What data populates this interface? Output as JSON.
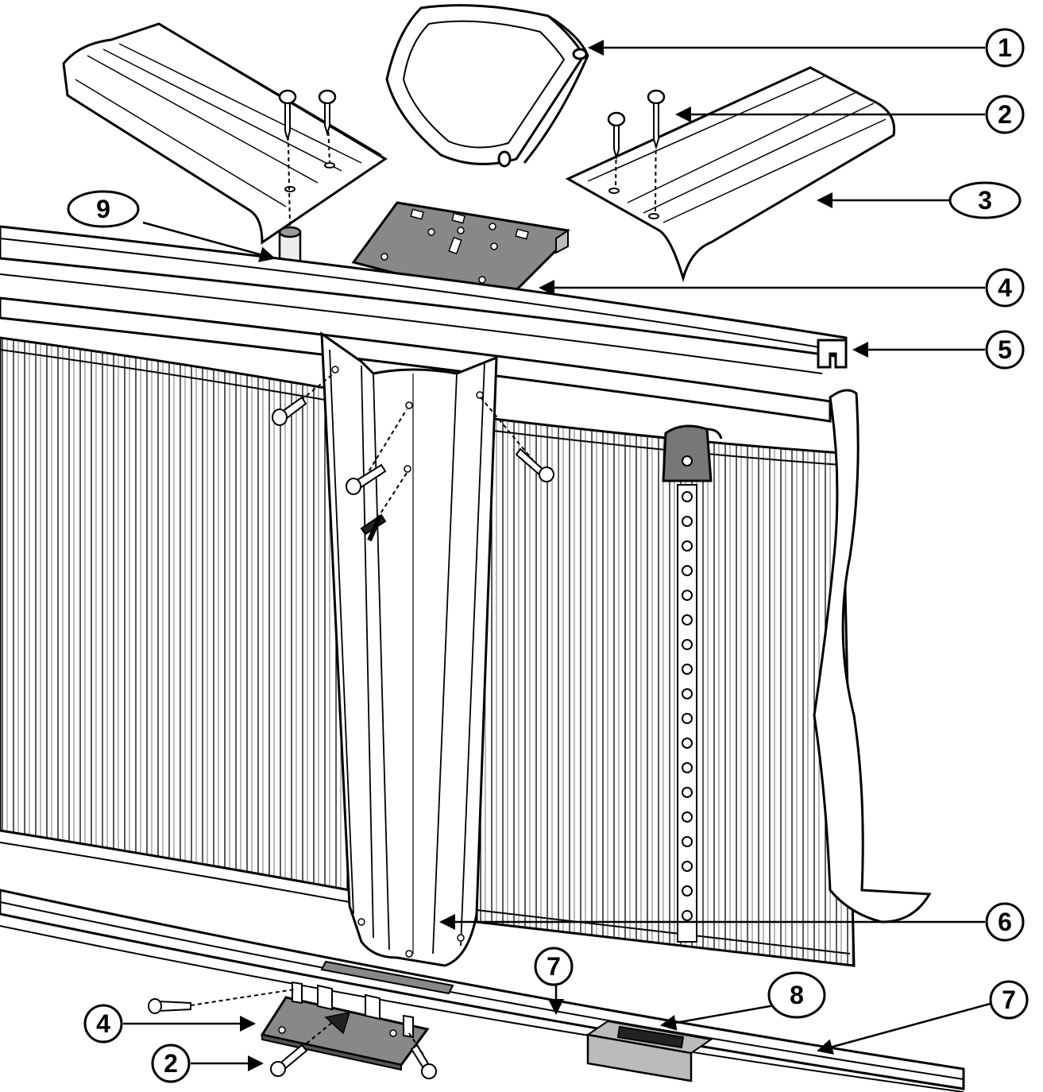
{
  "callouts": [
    {
      "id": "c1",
      "label": "1"
    },
    {
      "id": "c2",
      "label": "2"
    },
    {
      "id": "c3",
      "label": "3"
    },
    {
      "id": "c4",
      "label": "4"
    },
    {
      "id": "c5",
      "label": "5"
    },
    {
      "id": "c6",
      "label": "6"
    },
    {
      "id": "c7a",
      "label": "7"
    },
    {
      "id": "c7b",
      "label": "7"
    },
    {
      "id": "c8",
      "label": "8"
    },
    {
      "id": "c9",
      "label": "9"
    },
    {
      "id": "c4b",
      "label": "4"
    },
    {
      "id": "c2b",
      "label": "2"
    }
  ],
  "colors": {
    "line": "#000000",
    "panel_fill": "#ffffff",
    "plate_fill": "#888888",
    "connector_fill": "#bbbbbb",
    "strap_fill": "#777777"
  }
}
